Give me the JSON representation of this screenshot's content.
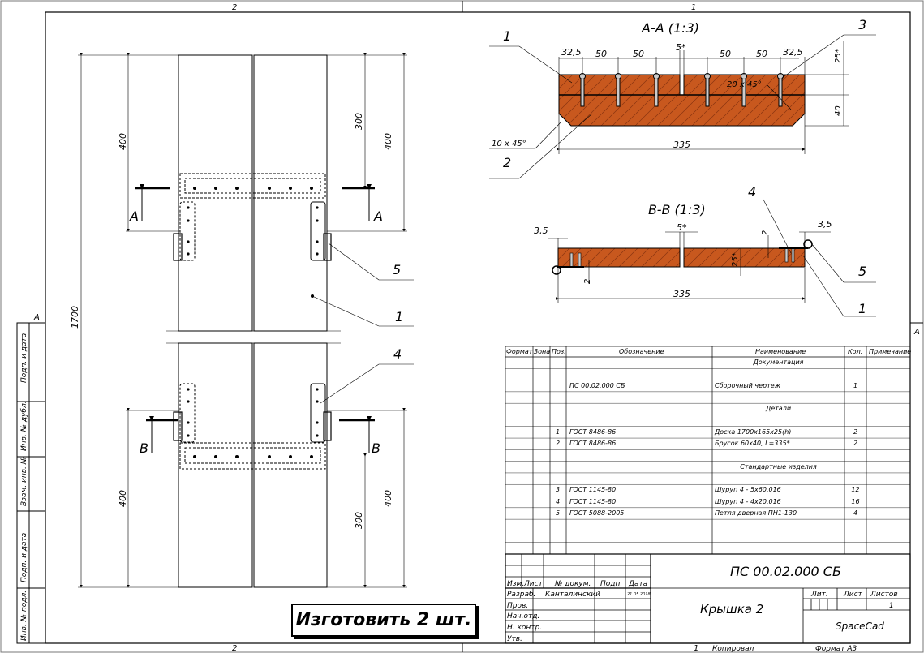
{
  "sheet": {
    "zone_top_left": "2",
    "zone_top_right": "1",
    "zone_bottom_left": "2",
    "zone_bottom_right": "1",
    "zone_side_left": "A",
    "zone_side_right": "A",
    "footer_copy": "Копировал",
    "footer_format": "Формат А3",
    "footer_num": "1"
  },
  "left_stamp": [
    "Подп. и дата",
    "Инв. № дубл.",
    "Взам. инв. №",
    "Подп. и дата",
    "Инв. № подл."
  ],
  "main_view": {
    "dim_total": "1700",
    "dim_400_top_left": "400",
    "dim_300_top_right": "300",
    "dim_400_top_right": "400",
    "dim_400_bottom_left": "400",
    "dim_300_bottom_right": "300",
    "dim_400_bottom_right": "400",
    "section_A_left": "A",
    "section_A_right": "A",
    "section_B_left": "B",
    "section_B_right": "B",
    "callout_5": "5",
    "callout_1": "1",
    "callout_4": "4"
  },
  "section_AA": {
    "title": "А-А (1:3)",
    "dims_top": [
      "32,5",
      "50",
      "50",
      "5*",
      "50",
      "50",
      "32,5"
    ],
    "dim_25": "25*",
    "dim_40": "40",
    "dim_chamfer_20": "20 x 45°",
    "dim_chamfer_10": "10 x 45°",
    "dim_335": "335",
    "callout_1": "1",
    "callout_2": "2",
    "callout_3": "3"
  },
  "section_BB": {
    "title": "B-B (1:3)",
    "dim_35_left": "3,5",
    "dim_35_right": "3,5",
    "dim_5": "5*",
    "dim_25": "25*",
    "dim_2_left": "2",
    "dim_2_right": "2",
    "dim_335": "335",
    "callout_4": "4",
    "callout_5": "5",
    "callout_1": "1"
  },
  "spec": {
    "headers": [
      "Формат",
      "Зона",
      "Поз.",
      "Обозначение",
      "Наименование",
      "Кол.",
      "Примечание"
    ],
    "rows": [
      {
        "pos": "",
        "desig": "",
        "name": "Документация",
        "qty": "",
        "center": true
      },
      {
        "pos": "",
        "desig": "",
        "name": "",
        "qty": ""
      },
      {
        "pos": "",
        "desig": "ПС 00.02.000 СБ",
        "name": "Сборочный чертеж",
        "qty": "1"
      },
      {
        "pos": "",
        "desig": "",
        "name": "",
        "qty": ""
      },
      {
        "pos": "",
        "desig": "",
        "name": "Детали",
        "qty": "",
        "center": true
      },
      {
        "pos": "",
        "desig": "",
        "name": "",
        "qty": ""
      },
      {
        "pos": "1",
        "desig": "ГОСТ 8486-86",
        "name": "Доска 1700х165х25(h)",
        "qty": "2"
      },
      {
        "pos": "2",
        "desig": "ГОСТ 8486-86",
        "name": "Брусок 60х40, L=335*",
        "qty": "2"
      },
      {
        "pos": "",
        "desig": "",
        "name": "",
        "qty": ""
      },
      {
        "pos": "",
        "desig": "",
        "name": "Стандартные изделия",
        "qty": "",
        "center": true
      },
      {
        "pos": "",
        "desig": "",
        "name": "",
        "qty": ""
      },
      {
        "pos": "3",
        "desig": "ГОСТ 1145-80",
        "name": "Шуруп 4 - 5х60.016",
        "qty": "12"
      },
      {
        "pos": "4",
        "desig": "ГОСТ 1145-80",
        "name": "Шуруп 4 - 4х20.016",
        "qty": "16"
      },
      {
        "pos": "5",
        "desig": "ГОСТ 5088-2005",
        "name": "Петля дверная ПН1-130",
        "qty": "4"
      },
      {
        "pos": "",
        "desig": "",
        "name": "",
        "qty": ""
      },
      {
        "pos": "",
        "desig": "",
        "name": "",
        "qty": ""
      },
      {
        "pos": "",
        "desig": "",
        "name": "",
        "qty": ""
      }
    ]
  },
  "title_block": {
    "designation": "ПС 00.02.000 СБ",
    "name": "Крышка 2",
    "company": "SpaceCad",
    "col_izm": "Изм.",
    "col_list": "Лист",
    "col_ndoc": "№ докум.",
    "col_podp": "Подп.",
    "col_data": "Дата",
    "row_razrab": "Разраб.",
    "razrab_name": "Канталинский",
    "razrab_date": "21.05.2018",
    "row_prov": "Пров.",
    "row_nach": "Нач.отд.",
    "row_nkontr": "Н. контр.",
    "row_utv": "Утв.",
    "lit": "Лит.",
    "list": "Лист",
    "listov": "Листов",
    "listov_val": "1"
  },
  "order_note": "Изготовить 2 шт."
}
